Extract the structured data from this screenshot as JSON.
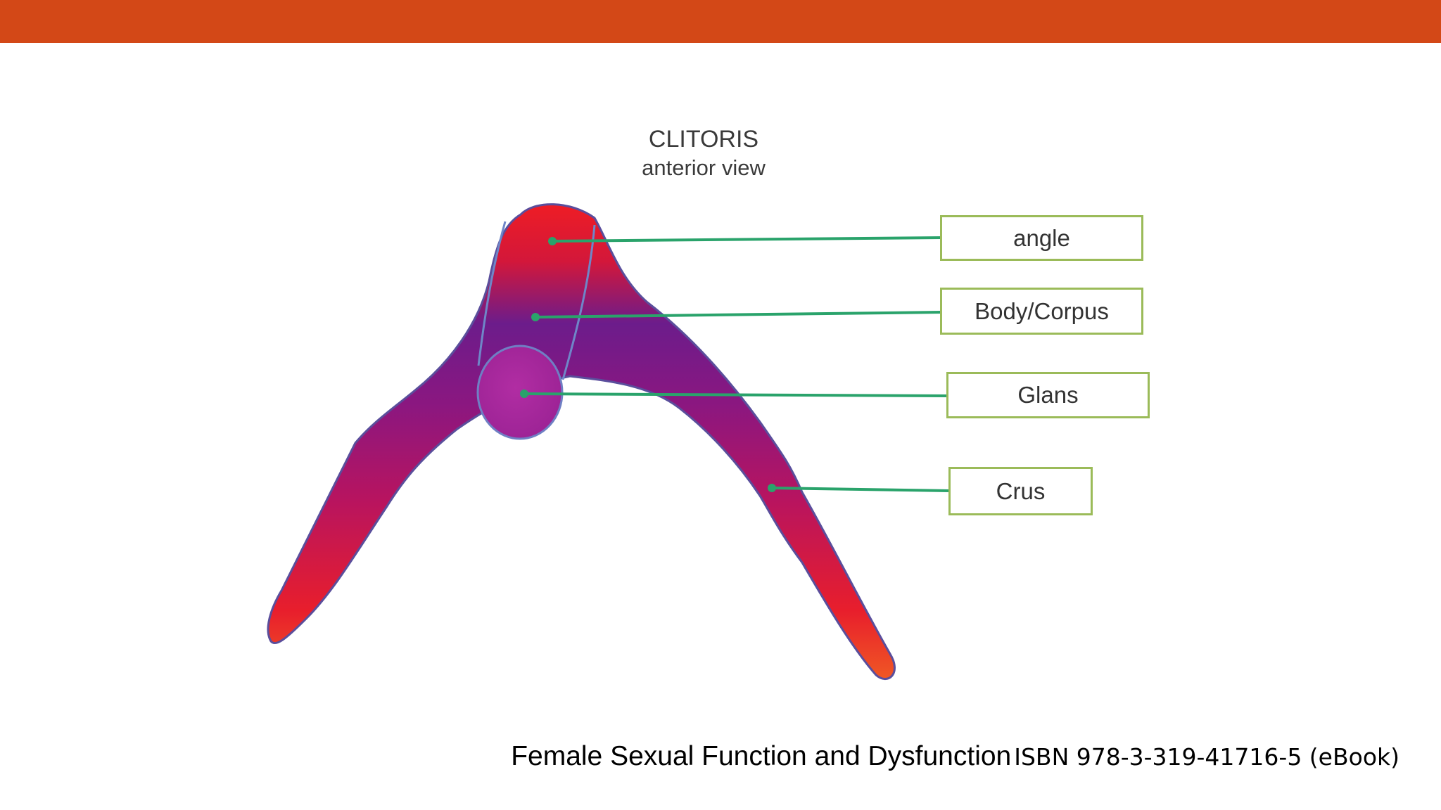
{
  "diagram": {
    "title": "CLITORIS",
    "subtitle": "anterior view",
    "labels": {
      "angle": "angle",
      "body": "Body/Corpus",
      "glans": "Glans",
      "crus": "Crus"
    }
  },
  "caption": {
    "title": "Female Sexual Function and Dysfunction",
    "isbn": "ISBN 978-3-319-41716-5 (eBook)"
  },
  "colors": {
    "accent_bar": "#d34817",
    "label_border": "#9bbb59",
    "leader_line": "#2aa36b",
    "tissue_red": "#ec2027",
    "tissue_purple": "#6e1b8c",
    "glans": "#a6279b"
  }
}
